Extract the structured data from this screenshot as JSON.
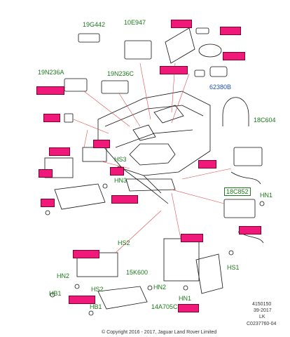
{
  "labels": {
    "l_19g442": "19G442",
    "l_10e947": "10E947",
    "l_19n236a": "19N236A",
    "l_19n236c": "19N236C",
    "l_62380b": "62380B",
    "l_18c604": "18C604",
    "l_hs3": "HS3",
    "l_hn3": "HN3",
    "l_hn1_right": "HN1",
    "l_hs2": "HS2",
    "l_15k600": "15K600",
    "l_hs1": "HS1",
    "l_hn2_left": "HN2",
    "l_hs2_bottom": "HS2",
    "l_hn2_right": "HN2",
    "l_hb1_left": "HB1",
    "l_hn1_bottom": "HN1",
    "l_hb1_bottom": "HB1",
    "l_14a705c": "14A705C",
    "l_18c852": "18C852"
  },
  "meta": {
    "code1": "4150150",
    "code2": "39-2017",
    "code3": "LK",
    "code4": "C0237760-04",
    "copyright": "© Copyright 2016 - 2017, Jaguar Land Rover Limited"
  }
}
